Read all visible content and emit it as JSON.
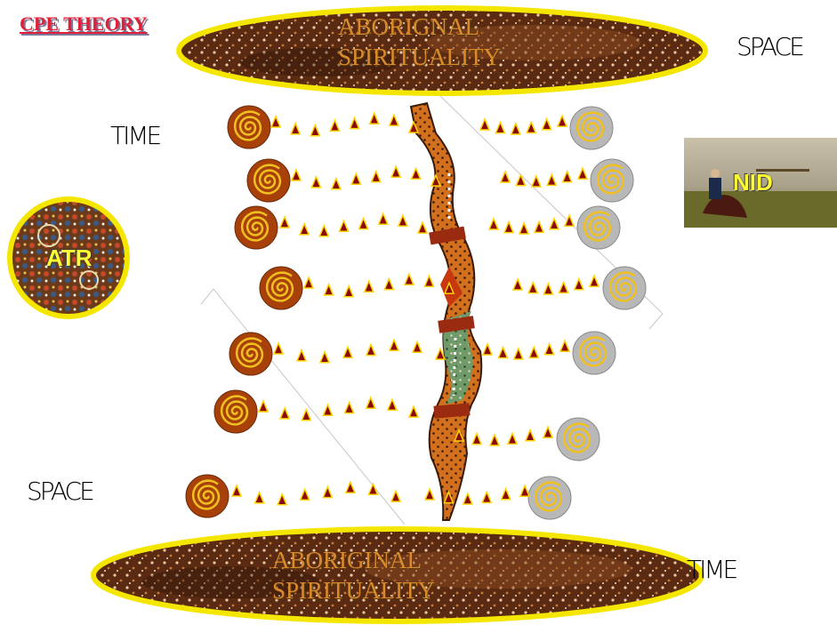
{
  "title": "CPE THEORY",
  "labels": {
    "space_top_right": "SPACE",
    "time_top_left": "TIME",
    "space_bottom_left": "SPACE",
    "time_bottom_right": "TIME"
  },
  "top_oval": {
    "line1": "ABORIGNAL",
    "line2": "SPIRITUALITY"
  },
  "bottom_oval": {
    "line1": "ABORIGINAL",
    "line2": "SPIRITUALITY"
  },
  "left_circle": "ATR",
  "right_picture": "NID",
  "colors": {
    "oval_border": "#f5e600",
    "spiral_brown": "#a8400a",
    "spiral_grey": "#b8b8b8",
    "spiral_line": "#f0c020",
    "triangle_fill": "#8a0a0a",
    "triangle_stroke": "#ffd400",
    "title": "#e0203a"
  }
}
